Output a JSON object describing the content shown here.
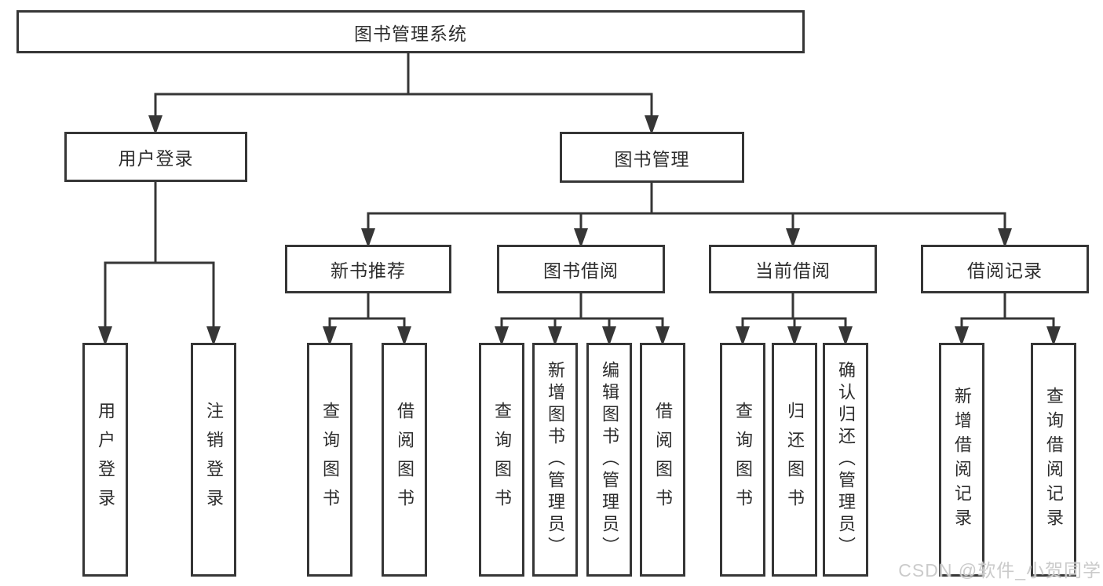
{
  "colors": {
    "line": "#363636",
    "box_border": "#363636",
    "text": "#2d2d2d",
    "background": "#ffffff",
    "watermark": "#cbcbcb"
  },
  "tree": {
    "root": "图书管理系统",
    "branches": [
      {
        "label": "用户登录",
        "children": [
          "用户登录",
          "注销登录"
        ]
      },
      {
        "label": "图书管理",
        "sections": [
          {
            "label": "新书推荐",
            "children": [
              "查询图书",
              "借阅图书"
            ]
          },
          {
            "label": "图书借阅",
            "children": [
              "查询图书",
              "新增图书（管理员）",
              "编辑图书（管理员）",
              "借阅图书"
            ]
          },
          {
            "label": "当前借阅",
            "children": [
              "查询图书",
              "归还图书",
              "确认归还（管理员）"
            ]
          },
          {
            "label": "借阅记录",
            "children": [
              "新增借阅记录",
              "查询借阅记录"
            ]
          }
        ]
      }
    ]
  },
  "watermark": "CSDN @软件_小贺同学"
}
